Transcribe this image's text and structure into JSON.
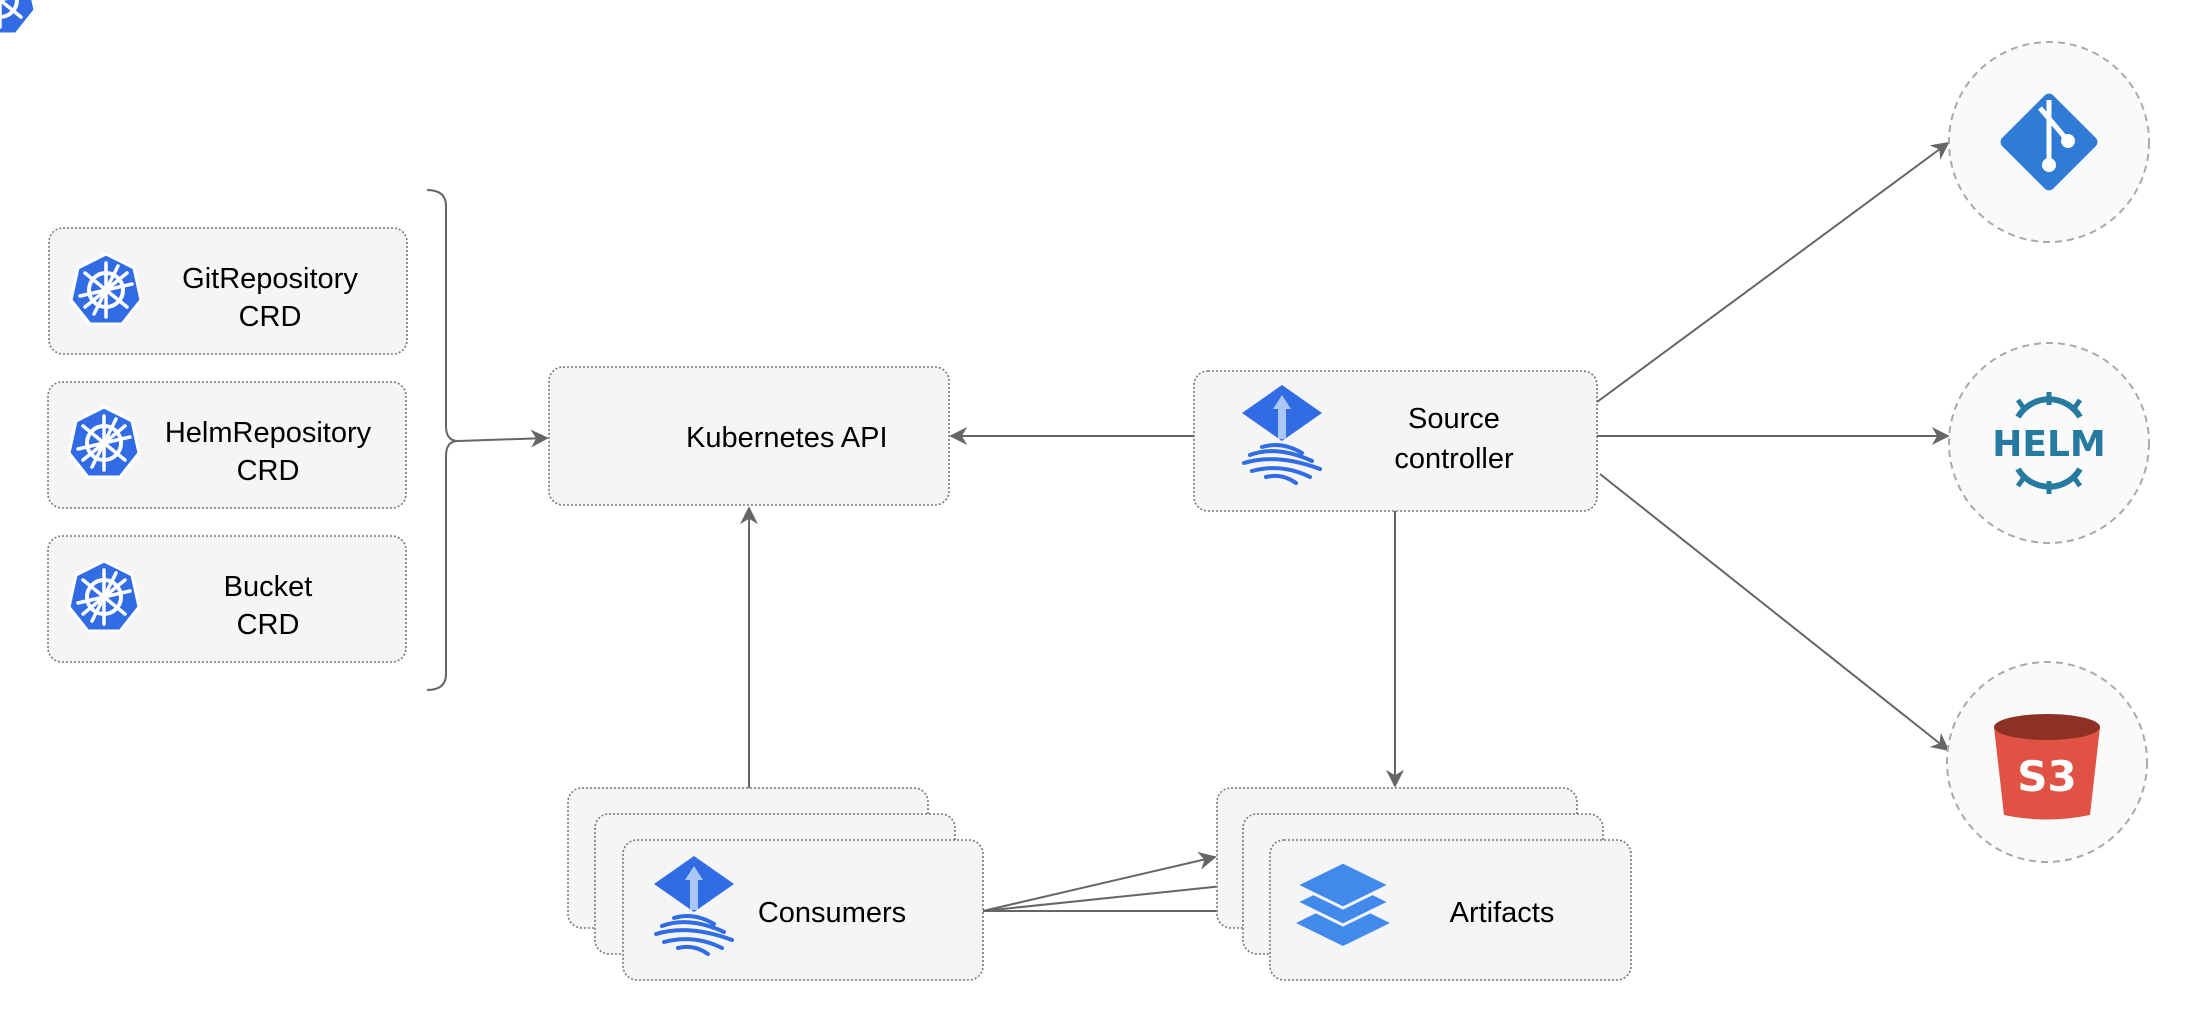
{
  "nodes": {
    "git_repository_crd": {
      "line1": "GitRepository",
      "line2": "CRD",
      "icon": "kubernetes-icon"
    },
    "helm_repository_crd": {
      "line1": "HelmRepository",
      "line2": "CRD",
      "icon": "kubernetes-icon"
    },
    "bucket_crd": {
      "line1": "Bucket",
      "line2": "CRD",
      "icon": "kubernetes-icon"
    },
    "kubernetes_api": {
      "label": "Kubernetes API",
      "icon": "kubernetes-icon"
    },
    "source_controller": {
      "line1": "Source",
      "line2": "controller",
      "icon": "flux-icon"
    },
    "consumers": {
      "label": "Consumers",
      "icon": "flux-icon"
    },
    "artifacts": {
      "label": "Artifacts",
      "icon": "layers-icon"
    },
    "git": {
      "icon": "git-icon"
    },
    "helm": {
      "icon": "helm-icon",
      "logo_text": "HELM"
    },
    "s3": {
      "icon": "s3-icon",
      "logo_text": "S3"
    }
  },
  "edges": [
    {
      "from": "crds",
      "to": "kubernetes_api"
    },
    {
      "from": "source_controller",
      "to": "kubernetes_api"
    },
    {
      "from": "consumers",
      "to": "kubernetes_api"
    },
    {
      "from": "source_controller",
      "to": "artifacts"
    },
    {
      "from": "source_controller",
      "to": "git"
    },
    {
      "from": "source_controller",
      "to": "helm"
    },
    {
      "from": "source_controller",
      "to": "s3"
    },
    {
      "from": "consumers",
      "to": "artifacts"
    }
  ],
  "colors": {
    "kubernetes": "#326ce5",
    "flux": "#326ce5",
    "git": "#2f7bd6",
    "helm": "#277a9f",
    "s3_body": "#e05243",
    "s3_top": "#8c3123",
    "layers": "#4189ea",
    "edge": "#666666",
    "node_fill": "#f5f5f5"
  }
}
